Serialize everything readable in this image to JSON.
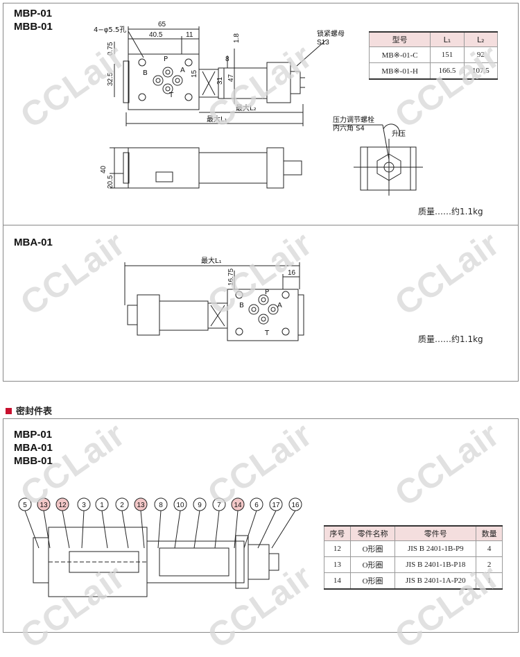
{
  "panel1": {
    "models": [
      "MBP-01",
      "MBB-01"
    ],
    "dims": {
      "d65": "65",
      "d40_5": "40.5",
      "d11": "11",
      "d1_8": "1.8",
      "d0_75": "0.75",
      "d32_5": "32.5",
      "d15": "15",
      "d8": "8",
      "d31": "31",
      "d47": "47",
      "d40": "40",
      "d20_5": "20.5"
    },
    "labels": {
      "holes": "4−φ5.5孔",
      "locknut": "锁紧螺母",
      "locknut_size": "S13",
      "maxL2": "最大L₂",
      "maxL1": "最大L₁",
      "pressure_bolt": "压力调节螺栓",
      "hex": "内六角 S4",
      "raise": "升压",
      "port_p": "P",
      "port_a": "A",
      "port_b": "B",
      "port_t": "T"
    },
    "table": {
      "headers": [
        "型号",
        "L₁",
        "L₂"
      ],
      "rows": [
        [
          "MB※-01-C",
          "151",
          "92"
        ],
        [
          "MB※-01-H",
          "166.5",
          "107.5"
        ]
      ]
    },
    "mass": "质量……约1.1kg"
  },
  "panel2": {
    "model": "MBA-01",
    "dims": {
      "maxL1": "最大L₁",
      "d16_75": "16.75",
      "d16": "16"
    },
    "labels": {
      "port_p": "P",
      "port_a": "A",
      "port_b": "B",
      "port_t": "T"
    },
    "mass": "质量……约1.1kg"
  },
  "seal_section": {
    "title": "密封件表",
    "models": [
      "MBP-01",
      "MBA-01",
      "MBB-01"
    ],
    "callouts": [
      "5",
      "13",
      "12",
      "3",
      "1",
      "2",
      "13",
      "8",
      "10",
      "9",
      "7",
      "14",
      "6",
      "17",
      "16"
    ],
    "highlighted": [
      "13",
      "12",
      "13",
      "14"
    ],
    "table": {
      "headers": [
        "序号",
        "零件名称",
        "零件号",
        "数量"
      ],
      "rows": [
        [
          "12",
          "O形圈",
          "JIS B 2401-1B-P9",
          "4"
        ],
        [
          "13",
          "O形圈",
          "JIS B 2401-1B-P18",
          "2"
        ],
        [
          "14",
          "O形圈",
          "JIS B 2401-1A-P20",
          "1"
        ]
      ]
    }
  },
  "watermark": "CCLair",
  "colors": {
    "accent": "#c8102e",
    "header_bg": "#f4dede",
    "callout_highlight": "#f2c7c7"
  }
}
